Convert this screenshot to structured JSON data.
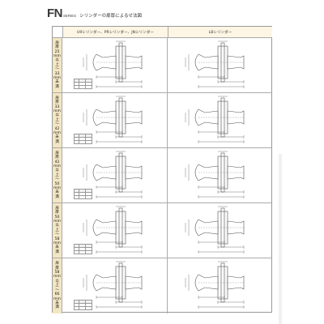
{
  "header": {
    "logo": "FN",
    "series": "SERIES",
    "title": "シリンダーの扉厚によるせ法図"
  },
  "columns": [
    {
      "label": "U9シリンダー、PRシリンダー、JNシリンダー"
    },
    {
      "label": "LBシリンダー"
    }
  ],
  "rows": [
    {
      "lines": [
        "扉",
        "厚",
        "25",
        "mm",
        "以",
        "上",
        "〜",
        "33",
        "mm",
        "未",
        "満"
      ]
    },
    {
      "lines": [
        "扉",
        "厚",
        "33",
        "mm",
        "以",
        "上",
        "〜",
        "42",
        "mm",
        "未",
        "満"
      ]
    },
    {
      "lines": [
        "扉",
        "厚",
        "42",
        "mm",
        "以",
        "上",
        "〜",
        "50",
        "mm",
        "未",
        "満"
      ]
    },
    {
      "lines": [
        "扉",
        "厚",
        "50",
        "mm",
        "以",
        "上",
        "〜",
        "58",
        "mm",
        "未",
        "満"
      ]
    },
    {
      "lines": [
        "扉",
        "厚",
        "58",
        "mm",
        "以",
        "上",
        "〜",
        "66",
        "mm",
        "未",
        "満"
      ]
    }
  ],
  "colors": {
    "header_bg": "#fdf6e4",
    "side_bg": "#f3e6c3",
    "line": "#555555"
  }
}
